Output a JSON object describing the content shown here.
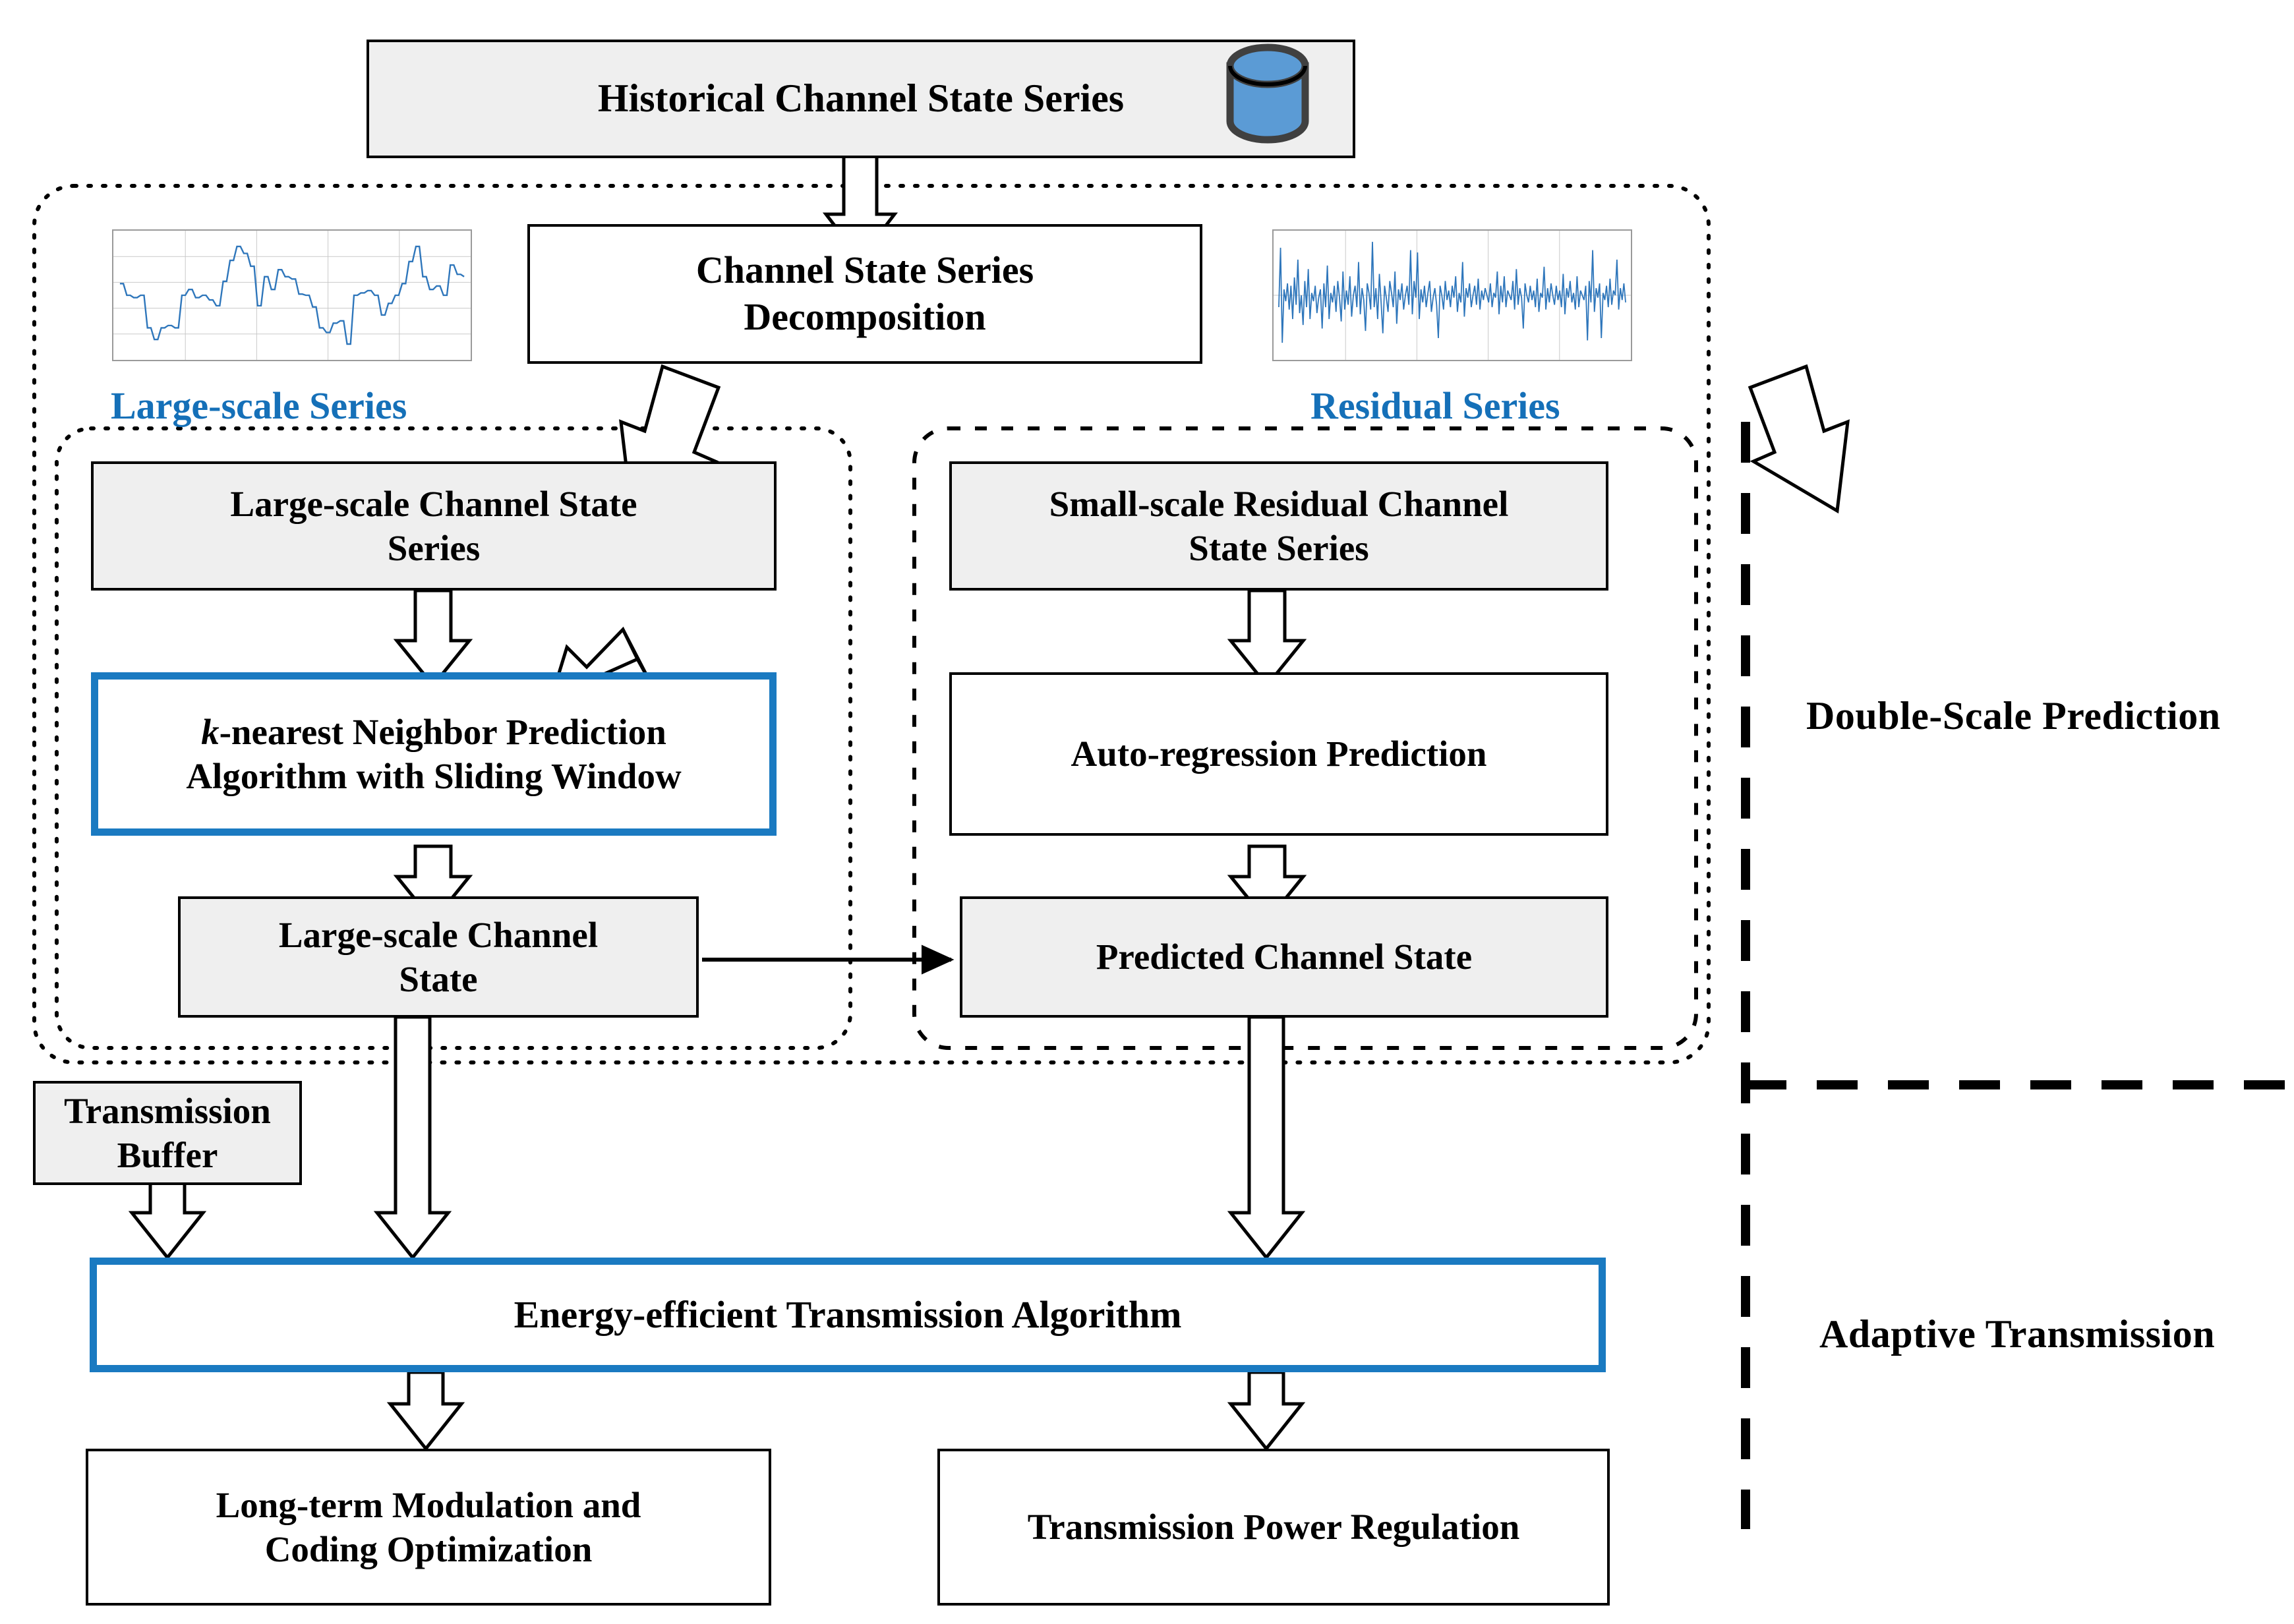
{
  "diagram": {
    "title_nodes": {
      "historical": "Historical Channel State Series",
      "decomposition": "Channel State Series\nDecomposition",
      "large_scale_series": "Large-scale Channel State\nSeries",
      "small_scale_series": "Small-scale Residual Channel\nState Series",
      "knn": "k-nearest Neighbor Prediction\nAlgorithm with Sliding Window",
      "autoregression": "Auto-regression Prediction",
      "large_scale_state": "Large-scale Channel\nState",
      "predicted_state": "Predicted Channel State",
      "transmission_buffer": "Transmission\nBuffer",
      "energy_algorithm": "Energy-efficient Transmission Algorithm",
      "modulation": "Long-term Modulation and\nCoding Optimization",
      "power_regulation": "Transmission Power Regulation"
    },
    "knn_parts": {
      "italic_k": "k",
      "rest_line1": "-nearest Neighbor Prediction",
      "line2": "Algorithm with Sliding Window"
    },
    "group_labels": {
      "large_scale_series_label": "Large-scale Series",
      "residual_series_label": "Residual Series"
    },
    "side_labels": {
      "double_scale_prediction": "Double-Scale Prediction",
      "adaptive_transmission": "Adaptive Transmission"
    },
    "icons": {
      "database": "database-cylinder-icon",
      "large_scale_plot": "large-scale-series-sparkline-icon",
      "residual_plot": "residual-series-sparkline-icon"
    },
    "colors": {
      "accent_blue": "#1a7ac1",
      "label_blue": "#1570b8",
      "node_fill_gray": "#efefef",
      "outline_black": "#000000",
      "cylinder_fill": "#5b9bd5",
      "cylinder_stroke": "#404040",
      "plot_line": "#2e76bb"
    }
  },
  "chart_data": [
    {
      "type": "line",
      "name": "large-scale-series-sparkline",
      "title": "",
      "xlabel": "",
      "ylabel": "",
      "grid": true,
      "values": [
        0.6,
        0.6,
        0.5,
        0.5,
        0.48,
        0.48,
        0.5,
        0.5,
        0.22,
        0.22,
        0.12,
        0.12,
        0.22,
        0.22,
        0.24,
        0.24,
        0.22,
        0.22,
        0.5,
        0.5,
        0.55,
        0.55,
        0.48,
        0.48,
        0.5,
        0.5,
        0.46,
        0.46,
        0.41,
        0.41,
        0.62,
        0.62,
        0.8,
        0.8,
        0.92,
        0.92,
        0.86,
        0.86,
        0.75,
        0.75,
        0.41,
        0.41,
        0.66,
        0.66,
        0.55,
        0.55,
        0.72,
        0.72,
        0.66,
        0.66,
        0.64,
        0.64,
        0.51,
        0.51,
        0.5,
        0.5,
        0.4,
        0.4,
        0.22,
        0.22,
        0.18,
        0.18,
        0.26,
        0.26,
        0.28,
        0.28,
        0.08,
        0.08,
        0.5,
        0.5,
        0.52,
        0.52,
        0.54,
        0.54,
        0.5,
        0.5,
        0.33,
        0.33,
        0.43,
        0.43,
        0.5,
        0.5,
        0.6,
        0.6,
        0.79,
        0.79,
        0.92,
        0.92,
        0.66,
        0.66,
        0.55,
        0.55,
        0.58,
        0.58,
        0.5,
        0.5,
        0.76,
        0.76,
        0.68,
        0.68,
        0.66
      ],
      "ylim": [
        0,
        1
      ]
    },
    {
      "type": "line",
      "name": "residual-series-sparkline",
      "title": "",
      "xlabel": "",
      "ylabel": "",
      "grid": true,
      "values": [
        0.4,
        0.9,
        0.1,
        0.55,
        0.45,
        0.6,
        0.38,
        0.58,
        0.3,
        0.65,
        0.42,
        0.8,
        0.35,
        0.5,
        0.25,
        0.62,
        0.4,
        0.72,
        0.3,
        0.52,
        0.45,
        0.58,
        0.35,
        0.48,
        0.55,
        0.22,
        0.6,
        0.4,
        0.75,
        0.3,
        0.52,
        0.44,
        0.58,
        0.36,
        0.62,
        0.48,
        0.28,
        0.7,
        0.38,
        0.54,
        0.42,
        0.66,
        0.32,
        0.5,
        0.58,
        0.4,
        0.78,
        0.34,
        0.56,
        0.46,
        0.2,
        0.6,
        0.52,
        0.38,
        0.95,
        0.4,
        0.56,
        0.3,
        0.68,
        0.44,
        0.18,
        0.58,
        0.48,
        0.36,
        0.62,
        0.52,
        0.4,
        0.7,
        0.26,
        0.55,
        0.46,
        0.6,
        0.38,
        0.5,
        0.58,
        0.42,
        0.88,
        0.34,
        0.62,
        0.48,
        0.86,
        0.3,
        0.55,
        0.44,
        0.58,
        0.4,
        0.52,
        0.62,
        0.36,
        0.48,
        0.56,
        0.42,
        0.14,
        0.58,
        0.5,
        0.38,
        0.62,
        0.46,
        0.54,
        0.4,
        0.58,
        0.48,
        0.66,
        0.36,
        0.52,
        0.44,
        0.78,
        0.32,
        0.56,
        0.48,
        0.6,
        0.4,
        0.5,
        0.58,
        0.42,
        0.64,
        0.38,
        0.54,
        0.46,
        0.56,
        0.5,
        0.44,
        0.6,
        0.4,
        0.52,
        0.48,
        0.7,
        0.34,
        0.58,
        0.44,
        0.66,
        0.4,
        0.54,
        0.5,
        0.46,
        0.62,
        0.38,
        0.72,
        0.42,
        0.56,
        0.48,
        0.22,
        0.6,
        0.5,
        0.44,
        0.58,
        0.46,
        0.54,
        0.4,
        0.64,
        0.36,
        0.52,
        0.48,
        0.74,
        0.38,
        0.56,
        0.44,
        0.6,
        0.5,
        0.42,
        0.58,
        0.46,
        0.54,
        0.4,
        0.68,
        0.34,
        0.56,
        0.48,
        0.62,
        0.44,
        0.52,
        0.38,
        0.66,
        0.4,
        0.54,
        0.5,
        0.46,
        0.58,
        0.12,
        0.62,
        0.44,
        0.88,
        0.36,
        0.56,
        0.48,
        0.6,
        0.14,
        0.52,
        0.46,
        0.58,
        0.4,
        0.64,
        0.42,
        0.54,
        0.5,
        0.8,
        0.38,
        0.56,
        0.46,
        0.6,
        0.44
      ],
      "ylim": [
        0,
        1
      ]
    }
  ]
}
